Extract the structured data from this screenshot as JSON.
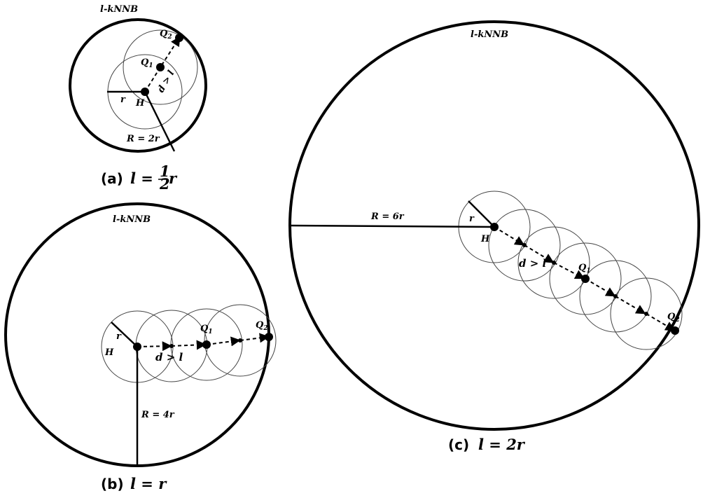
{
  "panels": {
    "a": {
      "title": "l-kNNB",
      "caption_prefix": "(a)",
      "caption_lhs": "l =",
      "caption_num": "1",
      "caption_den": "2",
      "caption_var": "r",
      "labels": {
        "H": "H",
        "Q1": "Q",
        "Q1_sub": "1",
        "Q2": "Q",
        "Q2_sub": "2",
        "r": "r",
        "R": "R = 2r",
        "d": "d > l"
      }
    },
    "b": {
      "title": "l-kNNB",
      "caption_prefix": "(b)",
      "caption_math": "l = r",
      "labels": {
        "H": "H",
        "Q1": "Q",
        "Q1_sub": "1",
        "Q2": "Q",
        "Q2_sub": "2",
        "r": "r",
        "R": "R = 4r",
        "d": "d > l"
      }
    },
    "c": {
      "title": "l-kNNB",
      "caption_prefix": "(c)",
      "caption_math": "l = 2r",
      "labels": {
        "H": "H",
        "Q1": "Q",
        "Q1_sub": "1",
        "Q2": "Q",
        "Q2_sub": "2",
        "r": "r",
        "R": "R = 6r",
        "d": "d > l"
      }
    }
  }
}
